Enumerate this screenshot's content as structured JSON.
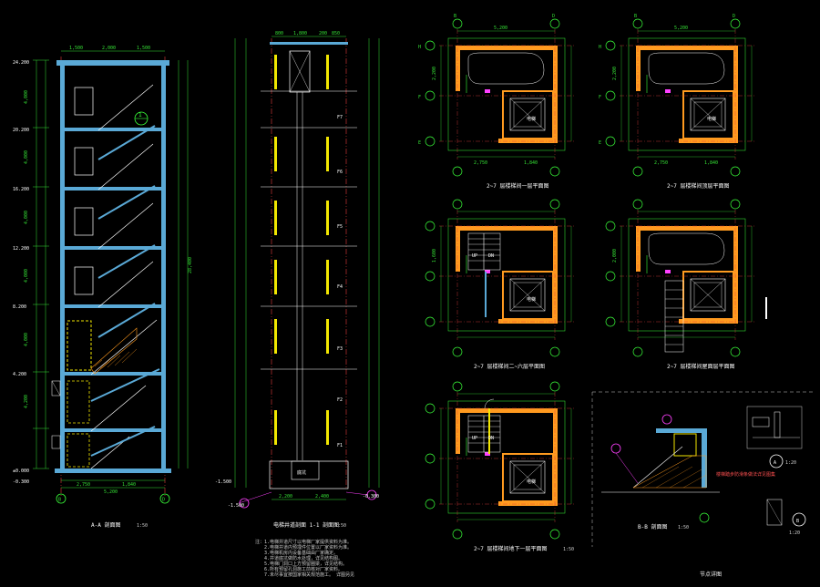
{
  "colors": {
    "background": "#000000",
    "wall_blue": "#5aa9d6",
    "wall_orange": "#ff9a1f",
    "dim_green": "#35e035",
    "grid_red": "#e23a3a",
    "axis_green": "#3aff3a",
    "highlight_yellow": "#f2e600",
    "stair_magenta": "#ff40ff",
    "text_white": "#ffffff"
  },
  "section_view": {
    "title": "A-A 剖面图",
    "scale": "1:50",
    "axis_left": "B",
    "axis_right": "D",
    "total_width": "5,200",
    "bottom_dims": [
      "2,750",
      "1,840"
    ],
    "top_dims": [
      "1,500",
      "2,000",
      "1,500"
    ],
    "floor_elevations": [
      "24.200",
      "20.200",
      "16.200",
      "12.200",
      "8.200",
      "4.200",
      "±0.000"
    ],
    "floor_heights": [
      "4,000",
      "4,000",
      "4,000",
      "4,000",
      "4,000",
      "4,200"
    ],
    "total_height": "28,400",
    "ground_elevation": "-0.300"
  },
  "elevation_view": {
    "title": "电梯井道剖面 1-1 剖面图",
    "scale": "1:50",
    "top_dims": [
      "800",
      "1,800",
      "200",
      "850"
    ],
    "bottom_dims": [
      "2,200",
      "2,400"
    ],
    "pit_elevation": "-1.500",
    "pit_label": "底坑",
    "bottom_annotations": [
      "-1.500",
      "-0.300"
    ],
    "floor_tags": [
      "F7",
      "F6",
      "F5",
      "F4",
      "F3",
      "F2",
      "F1"
    ],
    "notes": [
      "注：1.电梯井道尺寸以电梯厂家提供资料为准。",
      "2.电梯井道内预埋件位置以厂家资料为准。",
      "3.电梯机房内设备基础由厂家确定。",
      "4.井道底坑做防水处理，详见结构图。",
      "5.电梯门洞口上方预留圈梁，详见结构。",
      "6.所有预留孔洞施工前核对厂家资料。",
      "7.未尽事宜按国家相关规范施工。 详图另见 "
    ]
  },
  "plans": {
    "axes_h": [
      "B",
      "D"
    ],
    "axes_v": [
      "H",
      "F",
      "E"
    ],
    "widths": [
      "5,200",
      "2,750",
      "1,840"
    ],
    "depths": [
      "1,600",
      "2,200",
      "2,000"
    ],
    "plan_titles": [
      "2~7 层楼梯间一层平面图",
      "2~7 层楼梯间顶层平面图",
      "2~7 层楼梯间二~六层平面图",
      "2~7 层楼梯间屋面层平面图",
      "2~7 层楼梯间地下一层平面图"
    ],
    "plan_scale": "1:50",
    "stair_labels": [
      "UP",
      "DN"
    ],
    "elevator_label": "电梯"
  },
  "detail": {
    "title": "B-B 剖面图",
    "scale": "1:50",
    "detail_title": "节点详图",
    "callout_a": "A",
    "callout_b": "B",
    "callout_a_scale": "1:20",
    "callout_b_scale": "1:20",
    "note": "楼梯踏步防滑条做法详见图集"
  }
}
